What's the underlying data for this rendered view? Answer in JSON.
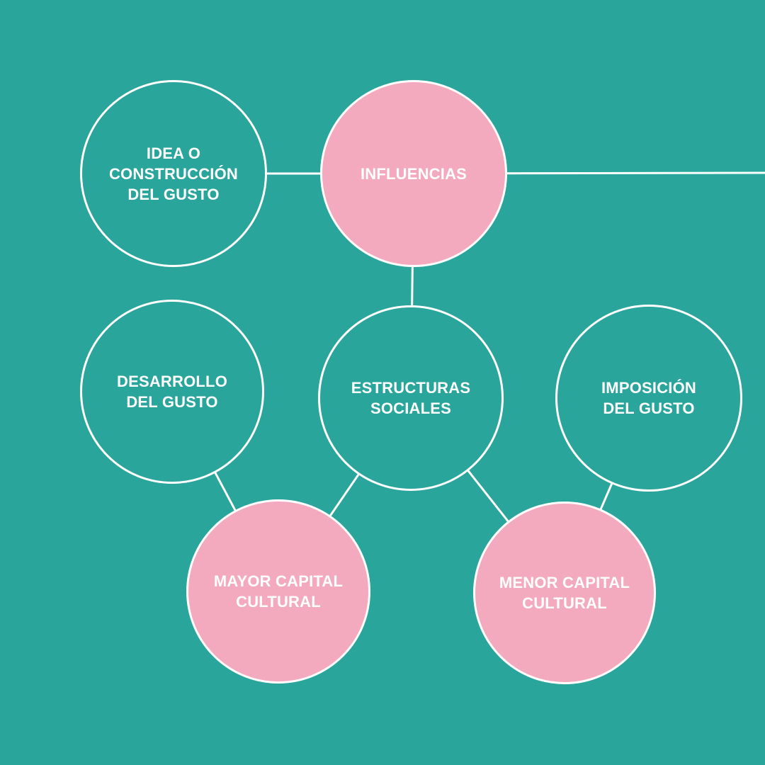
{
  "colors": {
    "background": "#29A59C",
    "pink_fill": "#F3AABF",
    "line_stroke": "#FFFFFF",
    "text": "#FFFFFF"
  },
  "diagram": {
    "type": "concept-map",
    "nodes": {
      "idea": {
        "label": "IDEA O\nCONSTRUCCIÓN\nDEL GUSTO",
        "style": "outline"
      },
      "influencias": {
        "label": "INFLUENCIAS",
        "style": "pink"
      },
      "desarrollo": {
        "label": "DESARROLLO\nDEL GUSTO",
        "style": "outline"
      },
      "estructuras": {
        "label": "ESTRUCTURAS\nSOCIALES",
        "style": "outline"
      },
      "imposicion": {
        "label": "IMPOSICIÓN\nDEL GUSTO",
        "style": "outline"
      },
      "mayor": {
        "label": "MAYOR CAPITAL\nCULTURAL",
        "style": "pink"
      },
      "menor": {
        "label": "MENOR CAPITAL\nCULTURAL",
        "style": "pink"
      }
    },
    "edges": [
      {
        "from": "idea",
        "to": "influencias"
      },
      {
        "from": "influencias",
        "to": "right-image-edge"
      },
      {
        "from": "influencias",
        "to": "estructuras"
      },
      {
        "from": "desarrollo",
        "to": "mayor"
      },
      {
        "from": "estructuras",
        "to": "mayor"
      },
      {
        "from": "estructuras",
        "to": "menor"
      },
      {
        "from": "imposicion",
        "to": "menor"
      }
    ]
  }
}
